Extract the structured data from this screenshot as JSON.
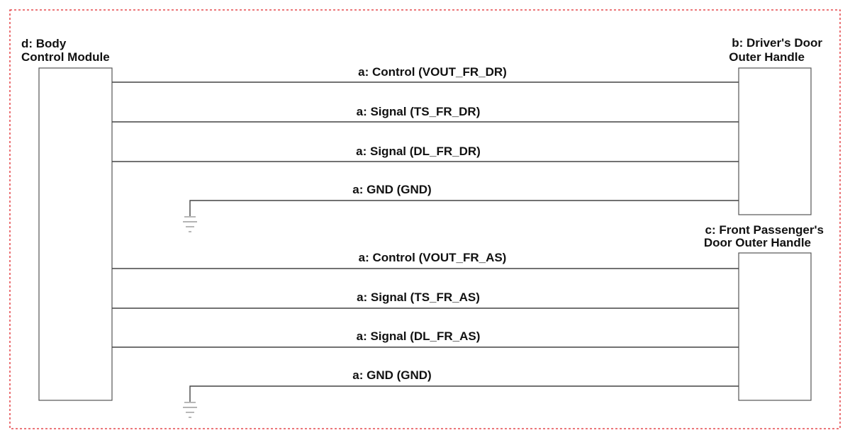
{
  "frame": {
    "border_color": "#e0262b"
  },
  "components": {
    "bcm": {
      "line1": "d: Body",
      "line2": "Control Module"
    },
    "driver_handle": {
      "line1": "b: Driver's Door",
      "line2": "Outer Handle"
    },
    "passenger_handle": {
      "line1": "c: Front Passenger's",
      "line2": "Door Outer Handle"
    }
  },
  "driver_wires": [
    {
      "label": "a: Control (VOUT_FR_DR)"
    },
    {
      "label": "a: Signal (TS_FR_DR)"
    },
    {
      "label": "a: Signal (DL_FR_DR)"
    },
    {
      "label": "a: GND (GND)",
      "ground": true
    }
  ],
  "passenger_wires": [
    {
      "label": "a: Control (VOUT_FR_AS)"
    },
    {
      "label": "a: Signal (TS_FR_AS)"
    },
    {
      "label": "a: Signal (DL_FR_AS)"
    },
    {
      "label": "a: GND (GND)",
      "ground": true
    }
  ],
  "colors": {
    "wire": "#444444",
    "box_stroke": "#555555",
    "ground": "#888888"
  }
}
